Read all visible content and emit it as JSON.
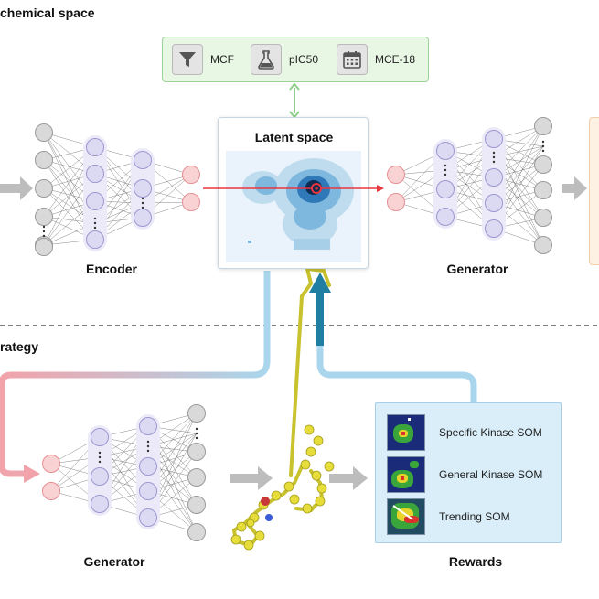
{
  "sections": {
    "top_title": "chemical space",
    "bottom_title": "rategy"
  },
  "properties": [
    {
      "label": "MCF",
      "icon": "funnel-icon"
    },
    {
      "label": "pIC50",
      "icon": "flask-icon"
    },
    {
      "label": "MCE-18",
      "icon": "calendar-icon"
    }
  ],
  "latent": {
    "title": "Latent space"
  },
  "networks": {
    "encoder_label": "Encoder",
    "generator_top_label": "Generator",
    "generator_bottom_label": "Generator"
  },
  "rewards": {
    "label": "Rewards",
    "items": [
      {
        "label": "Specific Kinase SOM"
      },
      {
        "label": "General Kinase SOM"
      },
      {
        "label": "Trending SOM"
      }
    ]
  },
  "colors": {
    "node_gray": "#d9d9d9",
    "node_purple": "#dcdaf3",
    "node_pink": "#f9d3d3",
    "latent_path": "#e8363d",
    "reward_arrow": "#1f7ea1",
    "prop_box": "#e8f6e4",
    "rewards_box": "#d9eef9"
  }
}
